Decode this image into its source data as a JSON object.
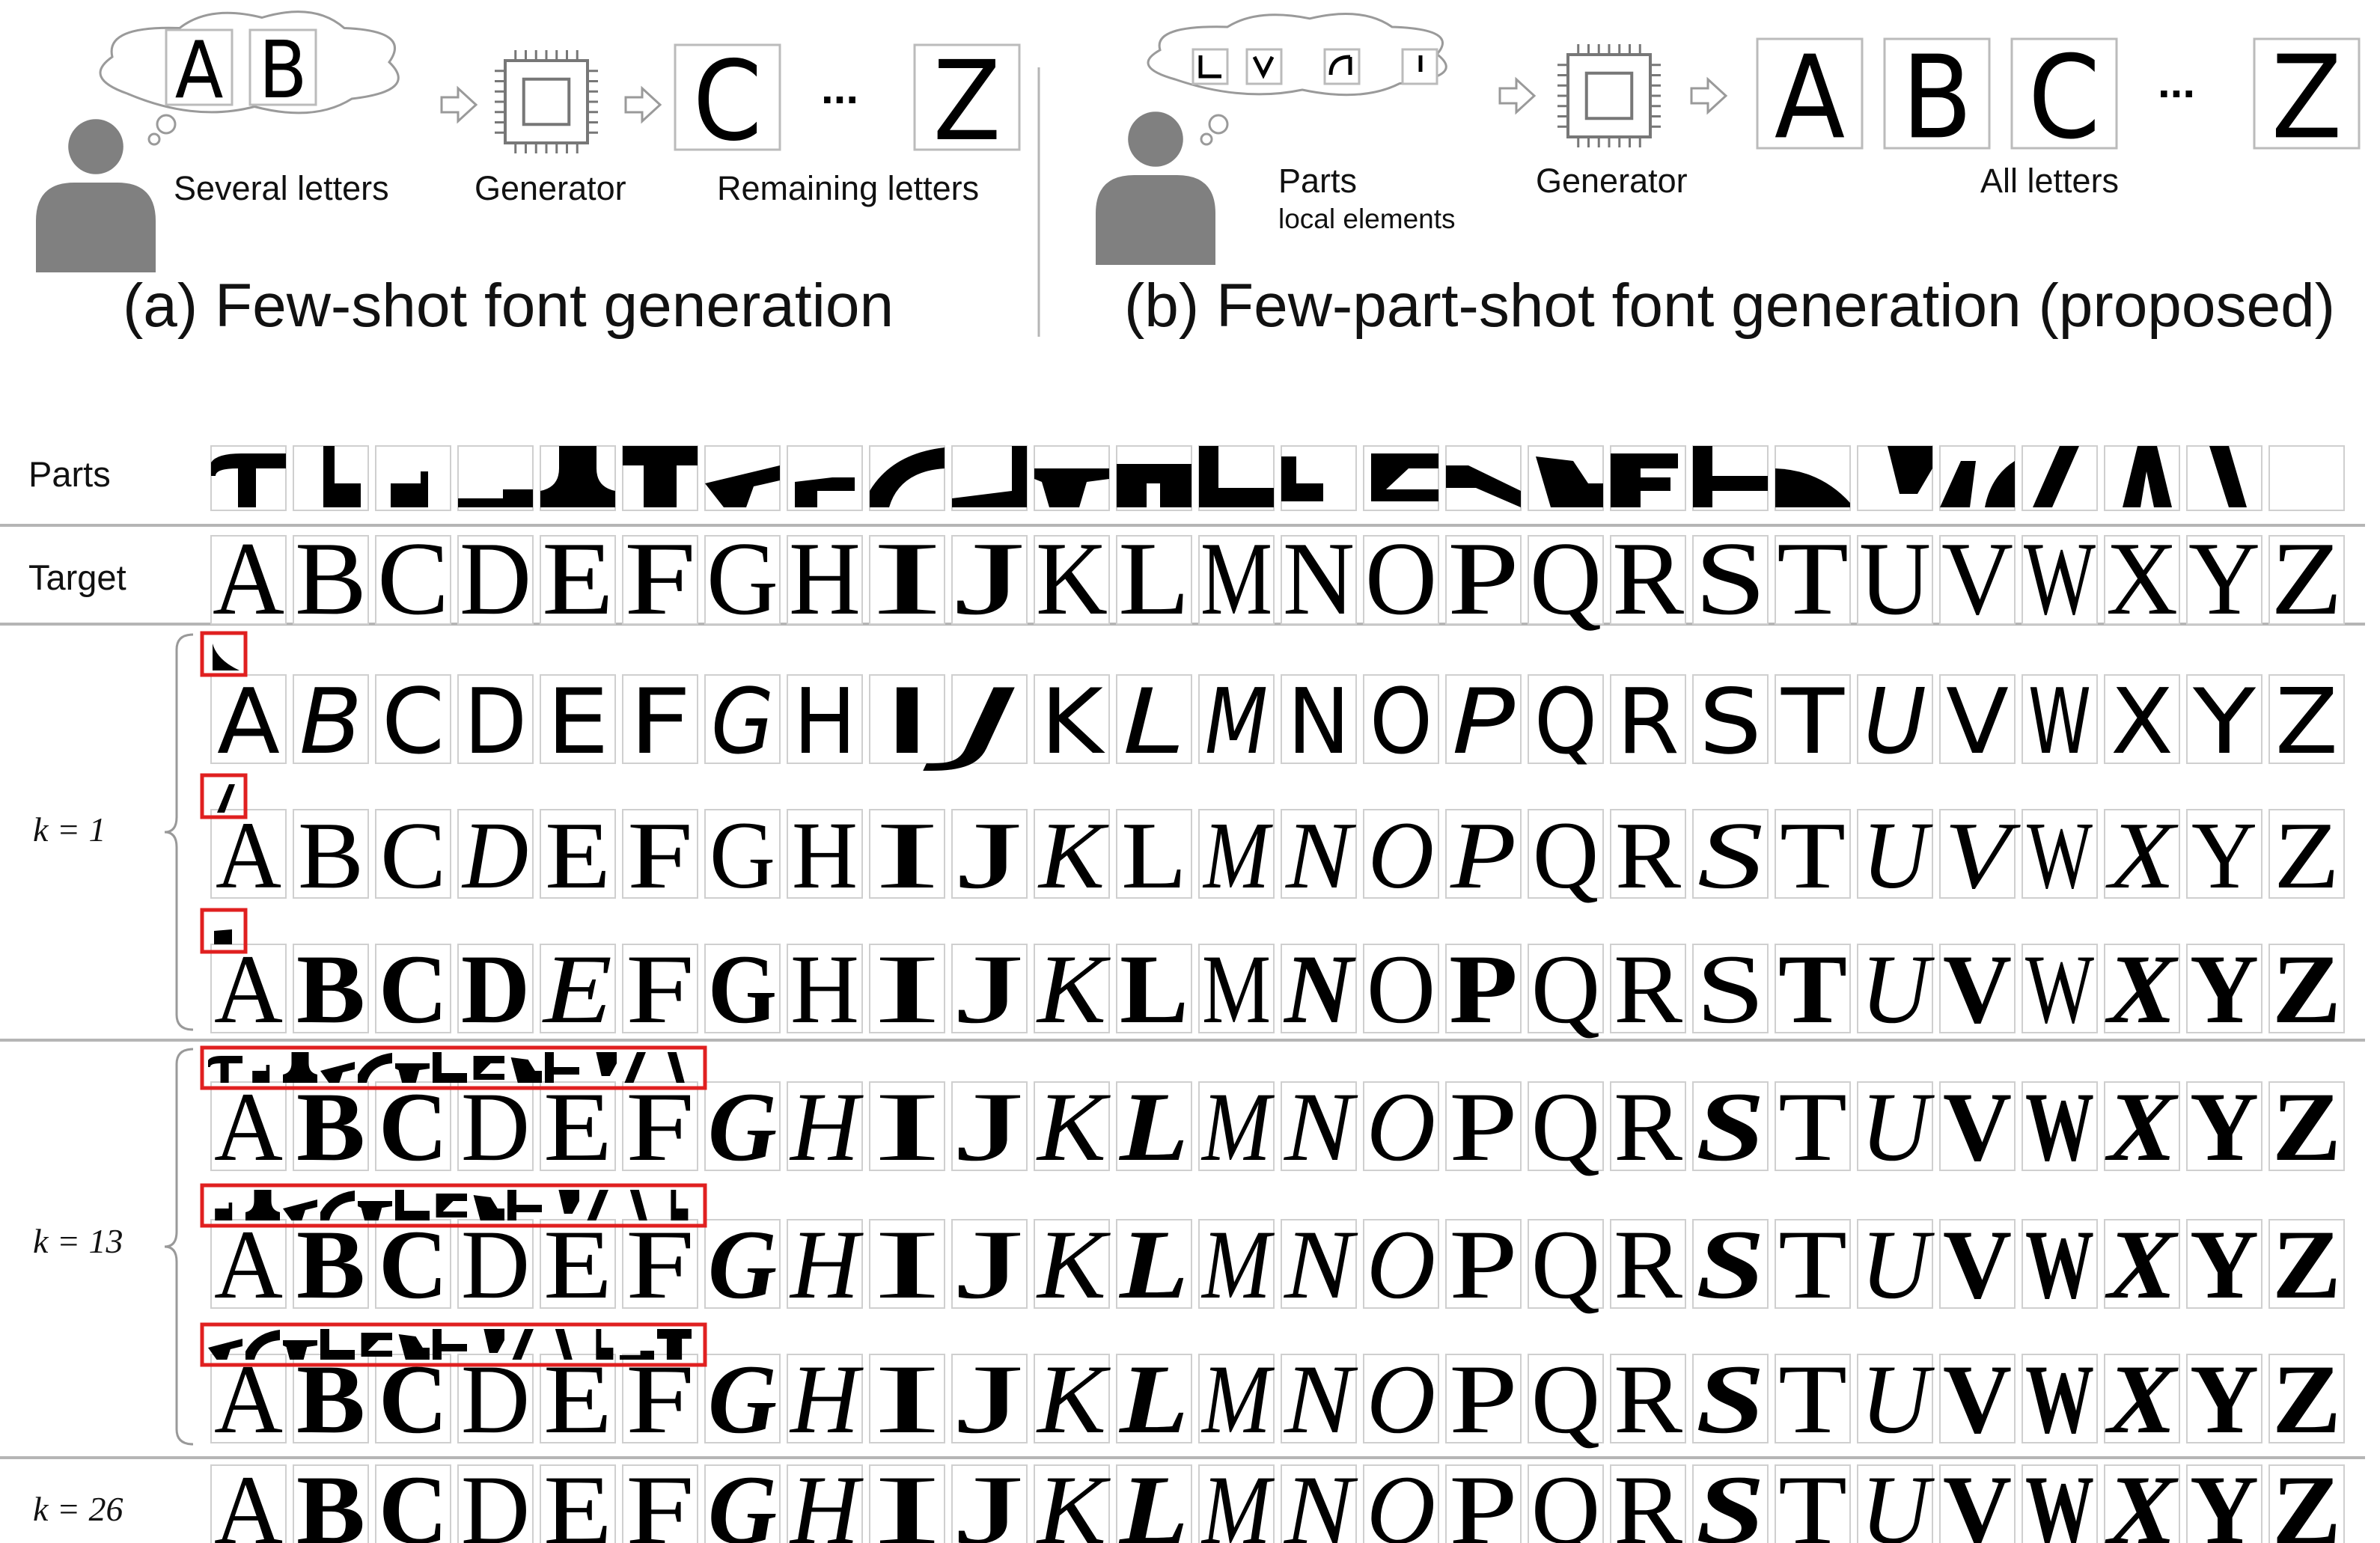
{
  "panel_a": {
    "thought_letters": [
      "A",
      "B"
    ],
    "label_input": "Several letters",
    "label_generator": "Generator",
    "output_first": "C",
    "ellipsis": "...",
    "output_last": "Z",
    "label_output": "Remaining letters",
    "caption": "(a) Few-shot font generation"
  },
  "panel_b": {
    "label_parts": "Parts",
    "label_parts_sub": "local elements",
    "label_generator": "Generator",
    "outputs": [
      "A",
      "B",
      "C"
    ],
    "ellipsis": "...",
    "output_last": "Z",
    "label_output": "All letters",
    "caption": "(b) Few-part-shot font generation (proposed)"
  },
  "table": {
    "parts_label": "Parts",
    "target_label": "Target",
    "letters": [
      "A",
      "B",
      "C",
      "D",
      "E",
      "F",
      "G",
      "H",
      "I",
      "J",
      "K",
      "L",
      "M",
      "N",
      "O",
      "P",
      "Q",
      "R",
      "S",
      "T",
      "U",
      "V",
      "W",
      "X",
      "Y",
      "Z"
    ],
    "k1_label": "k = 1",
    "k13_label": "k = 13",
    "k26_label": "k = 26"
  },
  "colors": {
    "highlight": "#e02020",
    "gray_icon": "#808080",
    "grid_border": "#bbbbbb",
    "rule": "#b5b5b5"
  }
}
